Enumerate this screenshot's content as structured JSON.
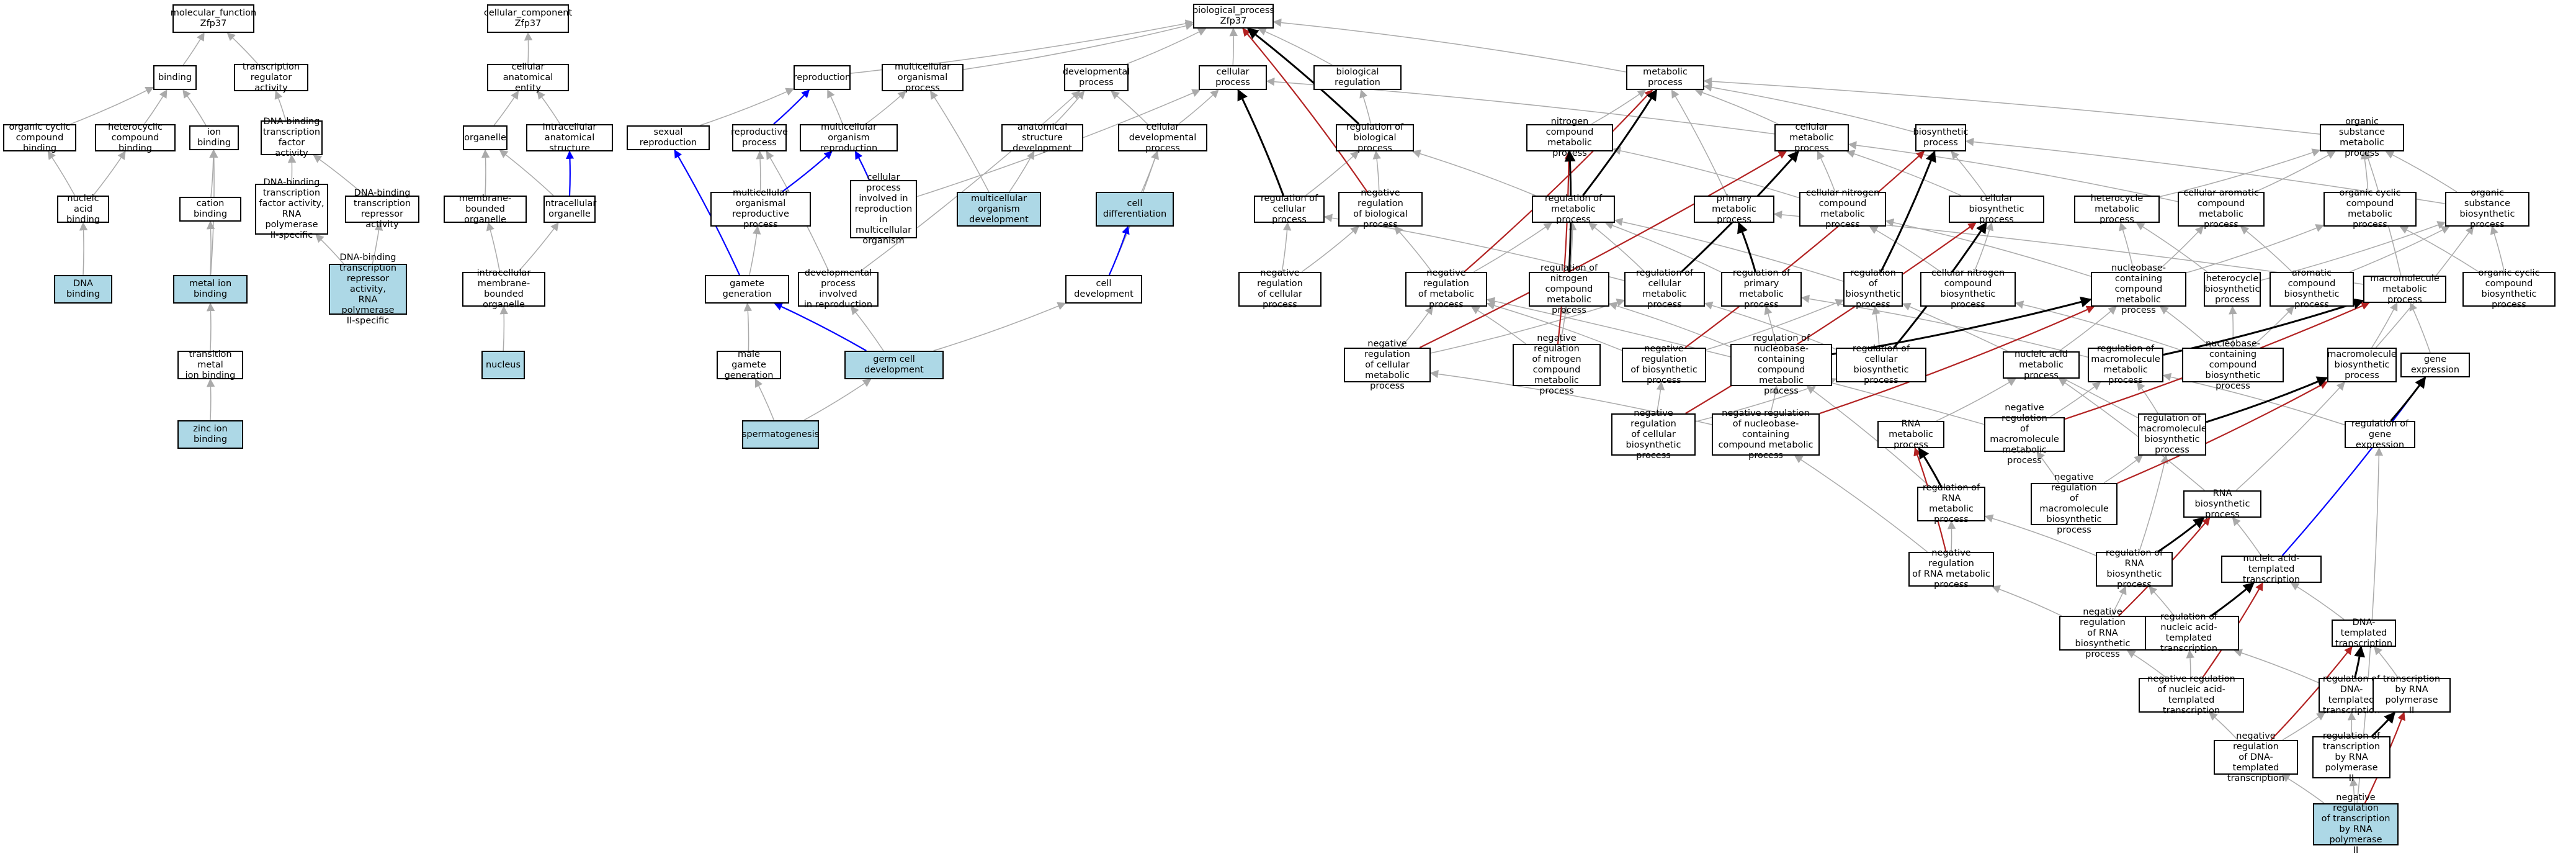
{
  "diagram": {
    "colors": {
      "gray": "#aaaaaa",
      "black": "#000000",
      "blue": "#0000ff",
      "red": "#b22222",
      "highlight": "#add8e6"
    },
    "nodes": {
      "mf": "molecular_function\nZfp37",
      "binding": "binding",
      "tra": "transcription\nregulator activity",
      "ocb": "organic cyclic\ncompound binding",
      "hcb": "heterocyclic\ncompound binding",
      "ionb": "ion binding",
      "dbtf": "DNA-binding\ntranscription\nfactor activity",
      "nab": "nucleic acid\nbinding",
      "catb": "cation binding",
      "dbtfp2": "DNA-binding\ntranscription\nfactor activity,\nRNA polymerase\nII-specific",
      "dbtra": "DNA-binding\ntranscription\nrepressor activity",
      "dnab": "DNA binding",
      "mib": "metal ion binding",
      "dbtrap2": "DNA-binding\ntranscription\nrepressor activity,\nRNA polymerase\nII-specific",
      "tmib": "transition metal\nion binding",
      "znb": "zinc ion binding",
      "cc": "cellular_component\nZfp37",
      "cae": "cellular anatomical\nentity",
      "org": "organelle",
      "ias": "intracellular\nanatomical structure",
      "mbo": "membrane-bounded\norganelle",
      "io": "intracellular\norganelle",
      "imbo": "intracellular\nmembrane-bounded\norganelle",
      "nuc": "nucleus",
      "bp": "biological_process\nZfp37",
      "repro": "reproduction",
      "mop": "multicellular\norganismal process",
      "devp": "developmental\nprocess",
      "cp": "cellular process",
      "breg": "biological regulation",
      "mp": "metabolic process",
      "sexrep": "sexual reproduction",
      "reprop": "reproductive\nprocess",
      "mor": "multicellular\norganism reproduction",
      "asd": "anatomical structure\ndevelopment",
      "cdp": "cellular developmental\nprocess",
      "rbp": "regulation of\nbiological process",
      "ncmp": "nitrogen compound\nmetabolic process",
      "cmp": "cellular metabolic\nprocess",
      "bsp": "biosynthetic\nprocess",
      "osmp": "organic substance\nmetabolic process",
      "morp": "multicellular\norganismal reproductive\nprocess",
      "cpirmo": "cellular process\ninvolved in\nreproduction\nin multicellular\norganism",
      "mod": "multicellular\norganism development",
      "cdiff": "cell differentiation",
      "rcp": "regulation of\ncellular process",
      "nrbp": "negative regulation\nof biological\nprocess",
      "rmp": "regulation of\nmetabolic process",
      "pmp": "primary metabolic\nprocess",
      "cncmp": "cellular nitrogen\ncompound metabolic\nprocess",
      "cbp": "cellular biosynthetic\nprocess",
      "hcmp": "heterocycle\nmetabolic process",
      "cacmp": "cellular aromatic\ncompound metabolic\nprocess",
      "occmp": "organic cyclic\ncompound metabolic\nprocess",
      "osbp": "organic substance\nbiosynthetic\nprocess",
      "gg": "gamete generation",
      "dpir": "developmental\nprocess involved\nin reproduction",
      "cdev": "cell development",
      "nrcp": "negative regulation\nof cellular\nprocess",
      "nrmp": "negative regulation\nof metabolic\nprocess",
      "rncmp": "regulation of\nnitrogen compound\nmetabolic process",
      "rcmp": "regulation of\ncellular metabolic\nprocess",
      "rpmp": "regulation of\nprimary metabolic\nprocess",
      "rbsp": "regulation of\nbiosynthetic\nprocess",
      "cncbp": "cellular nitrogen\ncompound biosynthetic\nprocess",
      "nbcmp": "nucleobase-containing\ncompound metabolic\nprocess",
      "hcbp": "heterocycle\nbiosynthetic\nprocess",
      "acbp": "aromatic compound\nbiosynthetic\nprocess",
      "mmp": "macromolecule\nmetabolic process",
      "occbp": "organic cyclic\ncompound biosynthetic\nprocess",
      "mgg": "male gamete\ngeneration",
      "gcd": "germ cell development",
      "nrcmp": "negative regulation\nof cellular\nmetabolic process",
      "nrncmp": "negative regulation\nof nitrogen\ncompound metabolic\nprocess",
      "nrbsp": "negative regulation\nof biosynthetic\nprocess",
      "rnbcmp": "regulation of\nnucleobase-containing\ncompound metabolic\nprocess",
      "rcbp": "regulation of\ncellular biosynthetic\nprocess",
      "namp": "nucleic acid\nmetabolic process",
      "rmmp": "regulation of\nmacromolecule\nmetabolic process",
      "nbcbp": "nucleobase-containing\ncompound biosynthetic\nprocess",
      "mbp": "macromolecule\nbiosynthetic\nprocess",
      "ge": "gene expression",
      "sperm": "spermatogenesis",
      "nrcbp": "negative regulation\nof cellular\nbiosynthetic\nprocess",
      "nrnbcmp": "negative regulation\nof nucleobase-containing\ncompound metabolic\nprocess",
      "rnamp": "RNA metabolic\nprocess",
      "nrmmp": "negative regulation\nof macromolecule\nmetabolic process",
      "rmbp": "regulation of\nmacromolecule\nbiosynthetic\nprocess",
      "rge": "regulation of\ngene expression",
      "rrnamp": "regulation of\nRNA metabolic\nprocess",
      "nrmbp": "negative regulation\nof macromolecule\nbiosynthetic\nprocess",
      "rnabp": "RNA biosynthetic\nprocess",
      "nrrnamp": "negative regulation\nof RNA metabolic\nprocess",
      "rrnabp": "regulation of\nRNA biosynthetic\nprocess",
      "natt": "nucleic acid-templated\ntranscription",
      "rnatt": "regulation of\nnucleic acid-templated\ntranscription",
      "dtt": "DNA-templated\ntranscription",
      "nrrnabp": "negative regulation\nof RNA biosynthetic\nprocess",
      "nrnatt": "negative regulation\nof nucleic acid-templated\ntranscription",
      "rdtt": "regulation of\nDNA-templated\ntranscription",
      "trp2": "transcription\nby RNA polymerase\nII",
      "nrdtt": "negative regulation\nof DNA-templated\ntranscription",
      "rtrp2": "regulation of\ntranscription\nby RNA polymerase\nII",
      "nrtrp2": "negative regulation\nof transcription\nby RNA polymerase\nII"
    }
  }
}
